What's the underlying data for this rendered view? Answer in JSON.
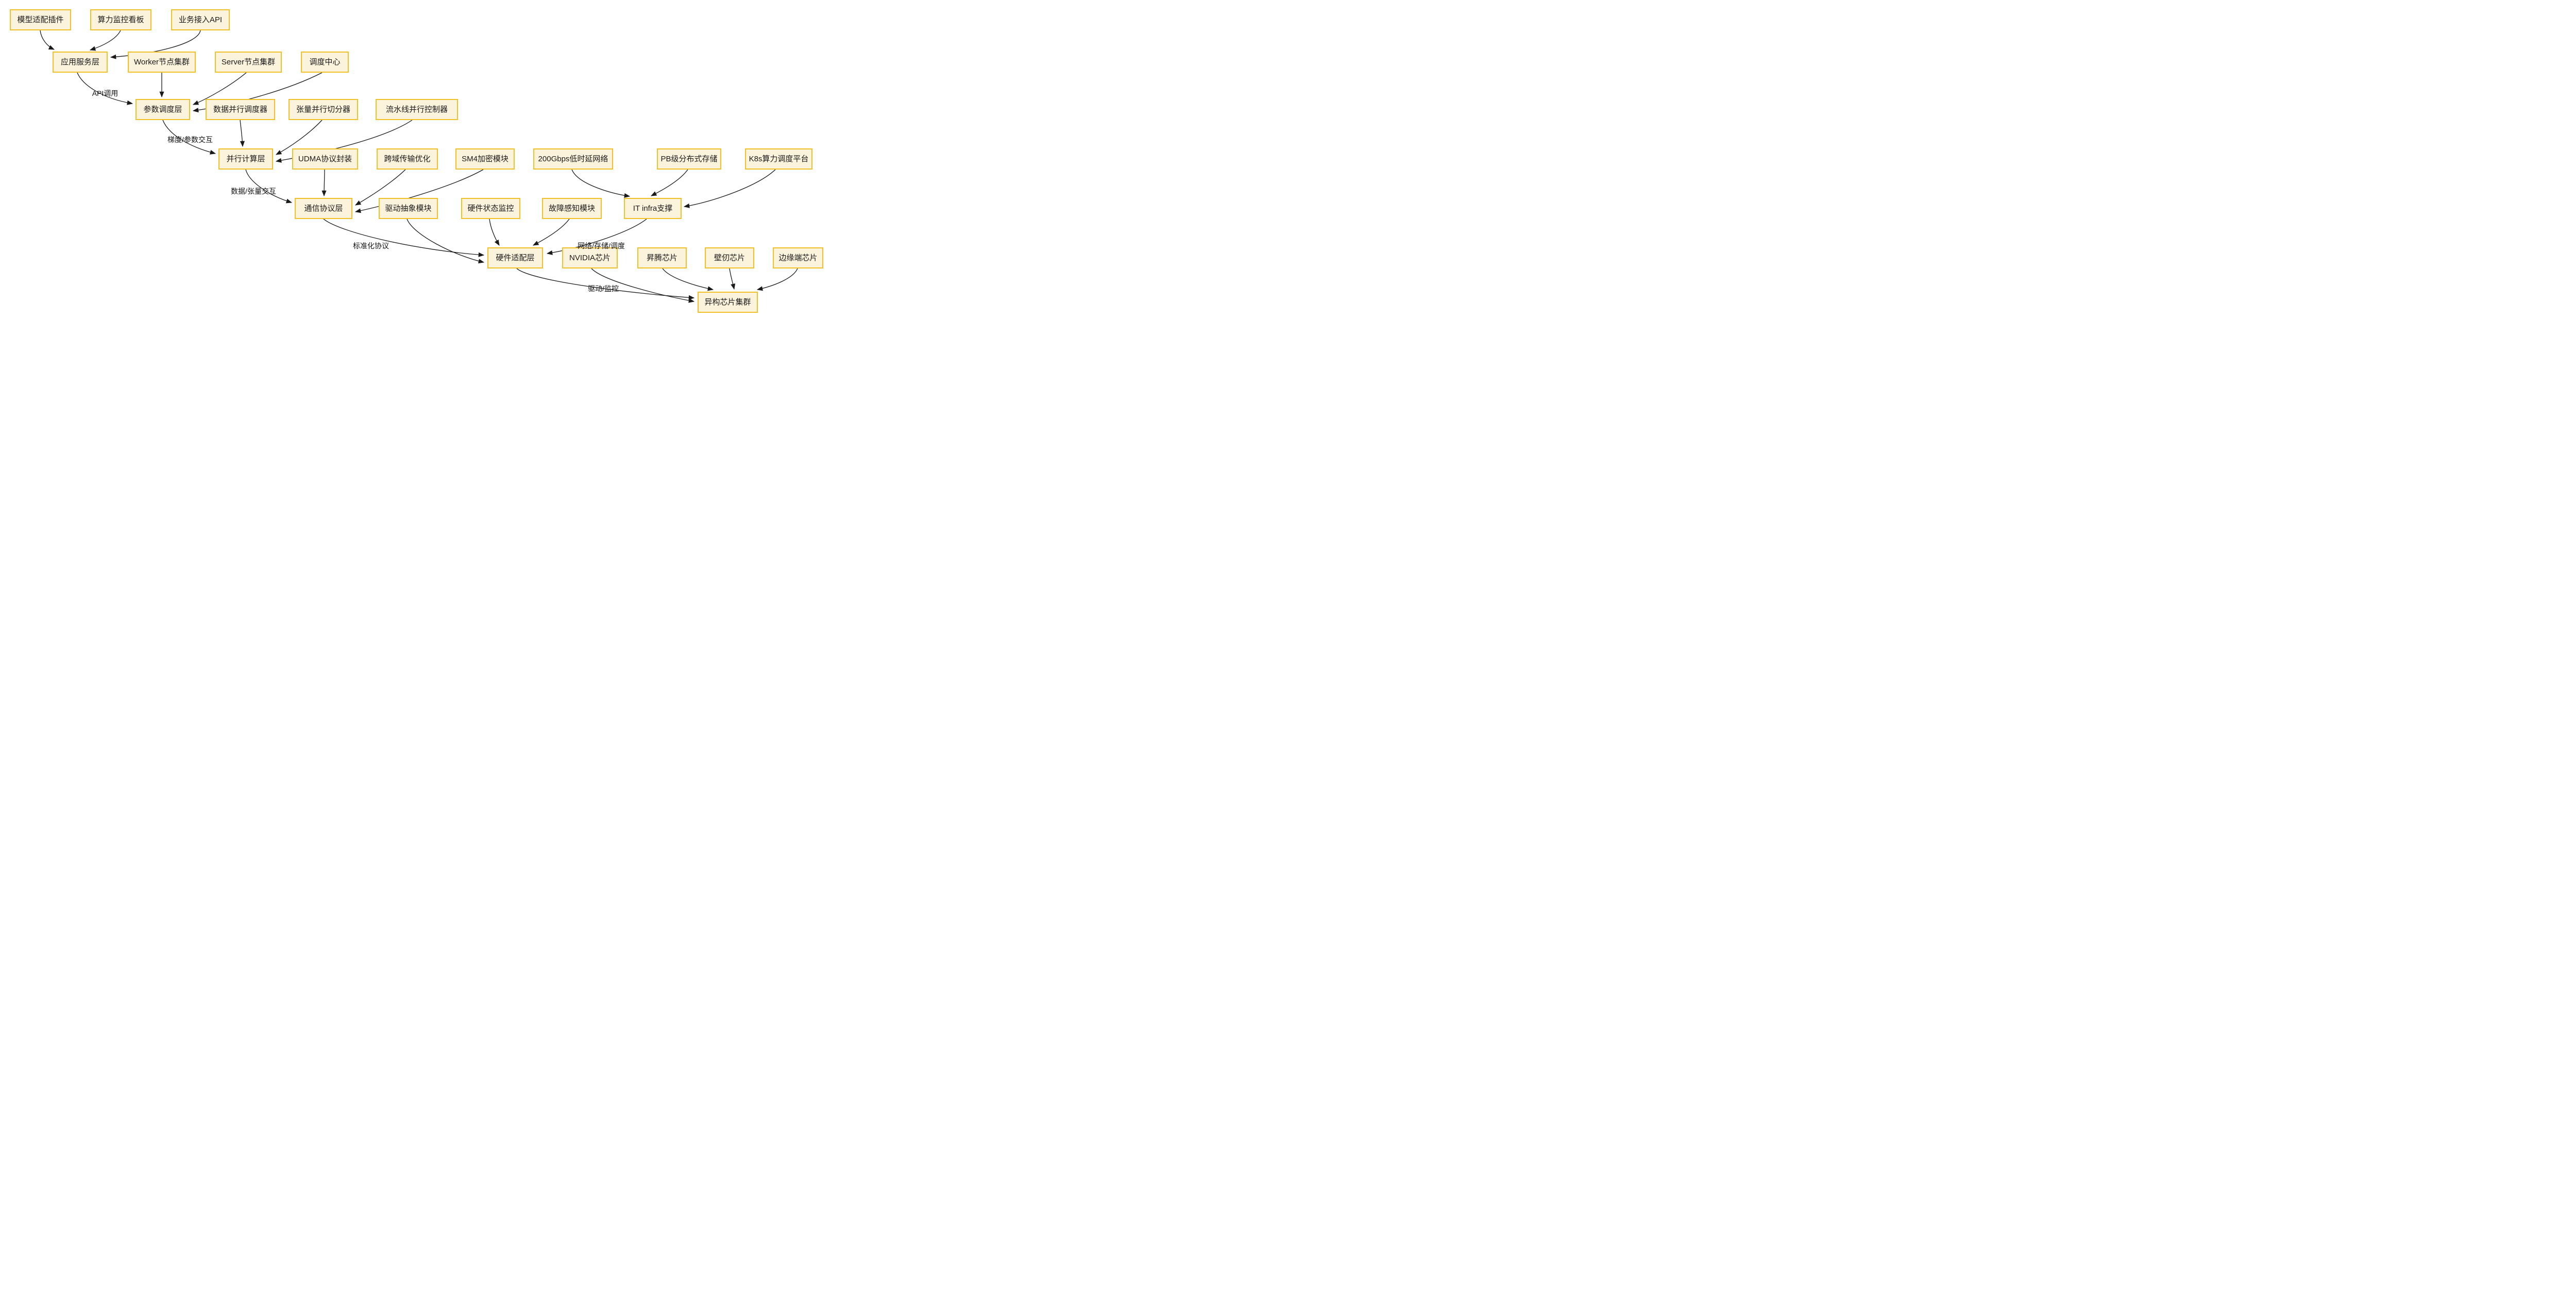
{
  "diagram": {
    "background_color": "#ffffff",
    "node_fill_color": "#FCF3DC",
    "node_border_color": "#F2C029",
    "edge_color": "#1a1a1a",
    "nodes": [
      {
        "label": "模型适配插件"
      },
      {
        "label": "算力监控看板"
      },
      {
        "label": "业务接入API"
      },
      {
        "label": "应用服务层"
      },
      {
        "label": "Worker节点集群"
      },
      {
        "label": "Server节点集群"
      },
      {
        "label": "调度中心"
      },
      {
        "label": "参数调度层"
      },
      {
        "label": "数据并行调度器"
      },
      {
        "label": "张量并行切分器"
      },
      {
        "label": "流水线并行控制器"
      },
      {
        "label": "并行计算层"
      },
      {
        "label": "UDMA协议封装"
      },
      {
        "label": "跨域传输优化"
      },
      {
        "label": "SM4加密模块"
      },
      {
        "label": "200Gbps低时延网络"
      },
      {
        "label": "PB级分布式存储"
      },
      {
        "label": "K8s算力调度平台"
      },
      {
        "label": "通信协议层"
      },
      {
        "label": "驱动抽象模块"
      },
      {
        "label": "硬件状态监控"
      },
      {
        "label": "故障感知模块"
      },
      {
        "label": "IT infra支撑"
      },
      {
        "label": "硬件适配层"
      },
      {
        "label": "NVIDIA芯片"
      },
      {
        "label": "昇腾芯片"
      },
      {
        "label": "壁仞芯片"
      },
      {
        "label": "边缘端芯片"
      },
      {
        "label": "异构芯片集群"
      }
    ],
    "edge_labels": [
      {
        "text": "API调用"
      },
      {
        "text": "梯度/参数交互"
      },
      {
        "text": "数据/张量交互"
      },
      {
        "text": "标准化协议"
      },
      {
        "text": "网络/存储/调度"
      },
      {
        "text": "驱动/监控"
      }
    ],
    "edges": [
      {
        "from": "模型适配插件",
        "to": "应用服务层",
        "label": ""
      },
      {
        "from": "算力监控看板",
        "to": "应用服务层",
        "label": ""
      },
      {
        "from": "业务接入API",
        "to": "应用服务层",
        "label": ""
      },
      {
        "from": "应用服务层",
        "to": "参数调度层",
        "label": "API调用"
      },
      {
        "from": "Worker节点集群",
        "to": "参数调度层",
        "label": ""
      },
      {
        "from": "Server节点集群",
        "to": "参数调度层",
        "label": ""
      },
      {
        "from": "调度中心",
        "to": "参数调度层",
        "label": ""
      },
      {
        "from": "参数调度层",
        "to": "并行计算层",
        "label": "梯度/参数交互"
      },
      {
        "from": "数据并行调度器",
        "to": "并行计算层",
        "label": ""
      },
      {
        "from": "张量并行切分器",
        "to": "并行计算层",
        "label": ""
      },
      {
        "from": "流水线并行控制器",
        "to": "并行计算层",
        "label": ""
      },
      {
        "from": "并行计算层",
        "to": "通信协议层",
        "label": "数据/张量交互"
      },
      {
        "from": "UDMA协议封装",
        "to": "通信协议层",
        "label": ""
      },
      {
        "from": "跨域传输优化",
        "to": "通信协议层",
        "label": ""
      },
      {
        "from": "SM4加密模块",
        "to": "通信协议层",
        "label": ""
      },
      {
        "from": "200Gbps低时延网络",
        "to": "IT infra支撑",
        "label": ""
      },
      {
        "from": "PB级分布式存储",
        "to": "IT infra支撑",
        "label": ""
      },
      {
        "from": "K8s算力调度平台",
        "to": "IT infra支撑",
        "label": ""
      },
      {
        "from": "通信协议层",
        "to": "硬件适配层",
        "label": "标准化协议"
      },
      {
        "from": "驱动抽象模块",
        "to": "硬件适配层",
        "label": ""
      },
      {
        "from": "硬件状态监控",
        "to": "硬件适配层",
        "label": ""
      },
      {
        "from": "故障感知模块",
        "to": "硬件适配层",
        "label": ""
      },
      {
        "from": "IT infra支撑",
        "to": "硬件适配层",
        "label": "网络/存储/调度"
      },
      {
        "from": "硬件适配层",
        "to": "异构芯片集群",
        "label": "驱动/监控"
      },
      {
        "from": "NVIDIA芯片",
        "to": "异构芯片集群",
        "label": ""
      },
      {
        "from": "昇腾芯片",
        "to": "异构芯片集群",
        "label": ""
      },
      {
        "from": "壁仞芯片",
        "to": "异构芯片集群",
        "label": ""
      },
      {
        "from": "边缘端芯片",
        "to": "异构芯片集群",
        "label": ""
      }
    ]
  }
}
